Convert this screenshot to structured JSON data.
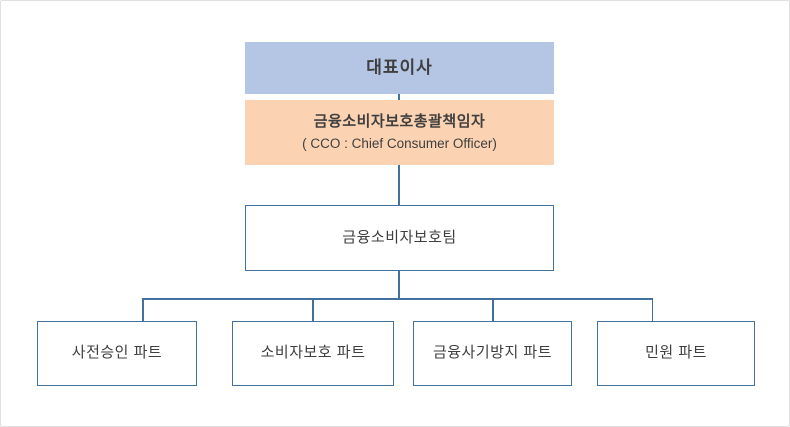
{
  "org_chart": {
    "type": "org-tree",
    "nodes": {
      "ceo": {
        "label": "대표이사"
      },
      "cco": {
        "label": "금융소비자보호총괄책임자",
        "sublabel": "( CCO : Chief Consumer Officer)"
      },
      "team": {
        "label": "금융소비자보호팀"
      },
      "parts": [
        {
          "label": "사전승인 파트"
        },
        {
          "label": "소비자보호 파트"
        },
        {
          "label": "금융사기방지 파트"
        },
        {
          "label": "민원 파트"
        }
      ]
    },
    "hierarchy": [
      "ceo > cco",
      "cco > team",
      "team > parts[0..3]"
    ],
    "colors": {
      "ceo_fill": "#b4c6e3",
      "cco_fill": "#fbd3b2",
      "line": "#41719c",
      "text": "#3f3f3f",
      "frame_border": "#e0e0e0",
      "canvas_bg": "#ffffff"
    }
  }
}
